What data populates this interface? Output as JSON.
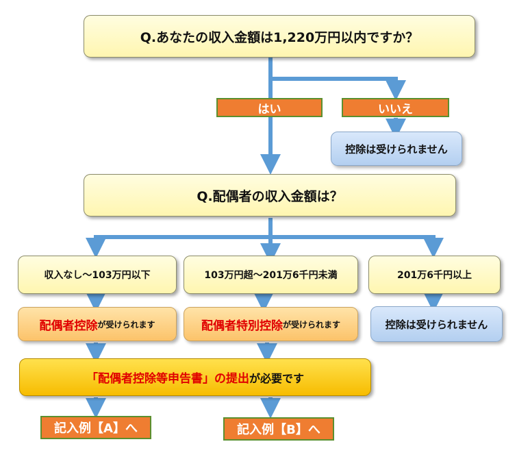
{
  "question1": "Q.あなたの収入金額は1,220万円以内ですか？",
  "answer_yes": "はい",
  "answer_no": "いいえ",
  "no_deduction_1": "控除は受けられません",
  "question2": "Q.配偶者の収入金額は？",
  "range_low": "収入なし～103万円以下",
  "range_mid": "103万円超～201万6千円未満",
  "range_high": "201万6千円以上",
  "result_low_emphasis": "配偶者控除",
  "result_low_suffix": "が受けられます",
  "result_mid_emphasis": "配偶者特別控除",
  "result_mid_suffix": "が受けられます",
  "no_deduction_2": "控除は受けられません",
  "requirement_emphasis": "「配偶者控除等申告書」の提出",
  "requirement_suffix": "が必要です",
  "example_a": "記入例【A】へ",
  "example_b": "記入例【B】へ",
  "colors": {
    "arrow": "#5b9bd5",
    "label_fill": "#ef7d31",
    "label_border": "#5b8f2f",
    "emphasis_text": "#e00000"
  }
}
